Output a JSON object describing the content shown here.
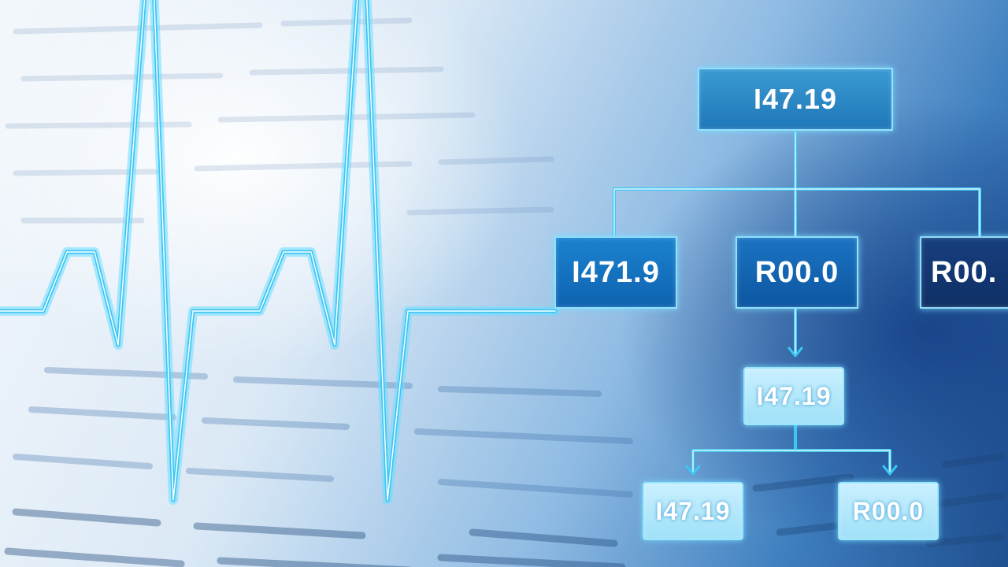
{
  "diagram": {
    "root": {
      "label": "I47.19"
    },
    "level1": [
      {
        "label": "I471.9"
      },
      {
        "label": "R00.0"
      },
      {
        "label": "R00."
      }
    ],
    "child": {
      "label": "I47.19"
    },
    "leaves": [
      {
        "label": "I47.19"
      },
      {
        "label": "R00.0"
      }
    ]
  },
  "colors": {
    "ecg_line": "#3cc8f4",
    "connector": "#3cc8f4",
    "node_text": "#ffffff"
  }
}
